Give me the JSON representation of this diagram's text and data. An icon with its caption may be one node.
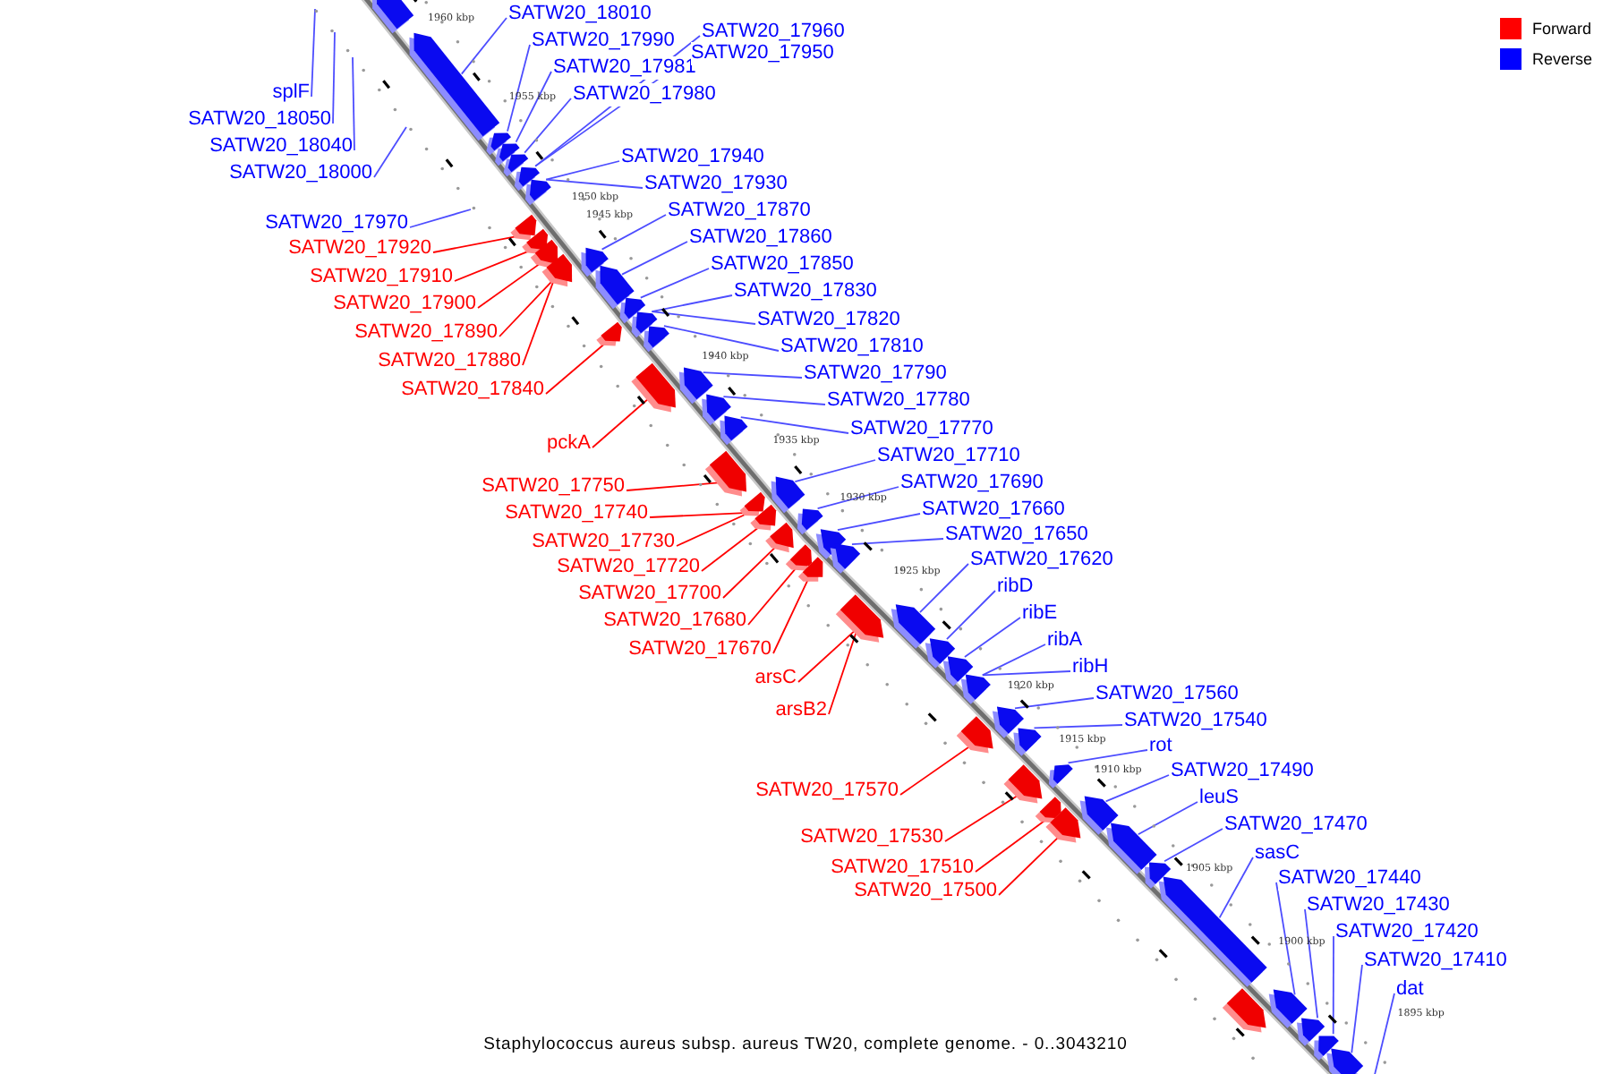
{
  "diagram": {
    "caption": "Staphylococcus aureus subsp. aureus TW20, complete genome. - 0..3043210",
    "nodes": [
      {
        "text": [
          "SATW20_18010"
        ]
      },
      {
        "text": [
          "SATW20_17990"
        ]
      },
      {
        "text": [
          "SATW20_17981"
        ]
      },
      {
        "text": [
          "SATW20_17980"
        ]
      },
      {
        "text": [
          "SATW20_17960"
        ]
      },
      {
        "text": [
          "SATW20_17950"
        ]
      },
      {
        "text": [
          "SATW20_17940"
        ]
      },
      {
        "text": [
          "SATW20_17930"
        ]
      },
      {
        "text": [
          "SATW20_17870"
        ]
      },
      {
        "text": [
          "SATW20_17860"
        ]
      },
      {
        "text": [
          "SATW20_17850"
        ]
      },
      {
        "text": [
          "SATW20_17830"
        ]
      },
      {
        "text": [
          "SATW20_17820"
        ]
      },
      {
        "text": [
          "SATW20_17810"
        ]
      },
      {
        "text": [
          "SATW20_17790"
        ]
      },
      {
        "text": [
          "SATW20_17780"
        ]
      },
      {
        "text": [
          "SATW20_17770"
        ]
      },
      {
        "text": [
          "SATW20_17710"
        ]
      },
      {
        "text": [
          "SATW20_17690"
        ]
      },
      {
        "text": [
          "SATW20_17660"
        ]
      },
      {
        "text": [
          "SATW20_17650"
        ]
      },
      {
        "text": [
          "SATW20_17620"
        ]
      },
      {
        "text": [
          "ribD"
        ]
      },
      {
        "text": [
          "ribE"
        ]
      },
      {
        "text": [
          "ribA"
        ]
      },
      {
        "text": [
          "ribH"
        ]
      },
      {
        "text": [
          "SATW20_17560"
        ]
      },
      {
        "text": [
          "SATW20_17540"
        ]
      },
      {
        "text": [
          "rot"
        ]
      },
      {
        "text": [
          "SATW20_17490"
        ]
      },
      {
        "text": [
          "leuS"
        ]
      },
      {
        "text": [
          "SATW20_17470"
        ]
      },
      {
        "text": [
          "sasC"
        ]
      },
      {
        "text": [
          "SATW20_17440"
        ]
      },
      {
        "text": [
          "SATW20_17430"
        ]
      },
      {
        "text": [
          "SATW20_17420"
        ]
      },
      {
        "text": [
          "SATW20_17410"
        ]
      },
      {
        "text": [
          "dat"
        ]
      },
      {
        "text": [
          "splF"
        ]
      },
      {
        "text": [
          "SATW20_18050"
        ]
      },
      {
        "text": [
          "SATW20_18040"
        ]
      },
      {
        "text": [
          "SATW20_18000"
        ]
      },
      {
        "text": [
          "SATW20_17970"
        ]
      },
      {
        "text": [
          "SATW20_17920"
        ]
      },
      {
        "text": [
          "SATW20_17910"
        ]
      },
      {
        "text": [
          "SATW20_17900"
        ]
      },
      {
        "text": [
          "SATW20_17890"
        ]
      },
      {
        "text": [
          "SATW20_17880"
        ]
      },
      {
        "text": [
          "SATW20_17840"
        ]
      },
      {
        "text": [
          "pckA"
        ]
      },
      {
        "text": [
          "SATW20_17750"
        ]
      },
      {
        "text": [
          "SATW20_17740"
        ]
      },
      {
        "text": [
          "SATW20_17730"
        ]
      },
      {
        "text": [
          "SATW20_17720"
        ]
      },
      {
        "text": [
          "SATW20_17700"
        ]
      },
      {
        "text": [
          "SATW20_17680"
        ]
      },
      {
        "text": [
          "SATW20_17670"
        ]
      },
      {
        "text": [
          "arsC"
        ]
      },
      {
        "text": [
          "arsB2"
        ]
      },
      {
        "text": [
          "SATW20_17570"
        ]
      },
      {
        "text": [
          "SATW20_17530"
        ]
      },
      {
        "text": [
          "SATW20_17510"
        ]
      },
      {
        "text": [
          "SATW20_17500"
        ]
      },
      {
        "text": [],
        "shape": "arrow"
      },
      {
        "text": [],
        "shape": "arrow"
      },
      {
        "text": [],
        "shape": "arrow"
      },
      {
        "text": [],
        "shape": "arrow"
      },
      {
        "text": [],
        "shape": "arrow"
      },
      {
        "text": [],
        "shape": "arrow"
      },
      {
        "text": [],
        "shape": "arrow"
      },
      {
        "text": [],
        "shape": "arrow"
      },
      {
        "text": [],
        "shape": "arrow"
      },
      {
        "text": [],
        "shape": "arrow"
      },
      {
        "text": [],
        "shape": "arrow"
      },
      {
        "text": [],
        "shape": "arrow"
      },
      {
        "text": [],
        "shape": "arrow"
      },
      {
        "text": [],
        "shape": "arrow"
      },
      {
        "text": [],
        "shape": "arrow"
      },
      {
        "text": [],
        "shape": "arrow"
      },
      {
        "text": [],
        "shape": "arrow"
      },
      {
        "text": [],
        "shape": "arrow"
      },
      {
        "text": [],
        "shape": "arrow"
      },
      {
        "text": [],
        "shape": "arrow"
      },
      {
        "text": [],
        "shape": "arrow"
      },
      {
        "text": [],
        "shape": "arrow"
      },
      {
        "text": [],
        "shape": "arrow"
      },
      {
        "text": [],
        "shape": "arrow"
      },
      {
        "text": [],
        "shape": "arrow"
      },
      {
        "text": [],
        "shape": "arrow"
      },
      {
        "text": [],
        "shape": "arrow"
      },
      {
        "text": [],
        "shape": "arrow"
      },
      {
        "text": [],
        "shape": "arrow"
      },
      {
        "text": [],
        "shape": "arrow"
      },
      {
        "text": [],
        "shape": "arrow"
      },
      {
        "text": [],
        "shape": "arrow"
      },
      {
        "text": [],
        "shape": "arrow"
      },
      {
        "text": [],
        "shape": "arrow"
      },
      {
        "text": [],
        "shape": "arrow"
      },
      {
        "text": [],
        "shape": "arrow"
      },
      {
        "text": [],
        "shape": "arrow"
      },
      {
        "text": [],
        "shape": "arrow"
      },
      {
        "text": [],
        "shape": "arrow"
      },
      {
        "text": [],
        "shape": "arrow"
      },
      {
        "text": [],
        "shape": "arrow"
      },
      {
        "text": [],
        "shape": "arrow"
      },
      {
        "text": [],
        "shape": "arrow"
      },
      {
        "text": [],
        "shape": "arrow"
      },
      {
        "text": [],
        "shape": "arrow"
      },
      {
        "text": [],
        "shape": "arrow"
      },
      {
        "text": [],
        "shape": "arrow"
      },
      {
        "text": [],
        "shape": "arrow"
      },
      {
        "text": [],
        "shape": "arrow"
      },
      {
        "text": [],
        "shape": "arrow"
      },
      {
        "text": [],
        "shape": "arrow"
      },
      {
        "text": [],
        "shape": "arrow"
      },
      {
        "text": [],
        "shape": "arrow"
      }
    ],
    "edges": [
      {
        "from": 0,
        "to": 64,
        "arrow": "none"
      },
      {
        "from": 1,
        "to": 65,
        "arrow": "none"
      },
      {
        "from": 2,
        "to": 66,
        "arrow": "none"
      },
      {
        "from": 3,
        "to": 67,
        "arrow": "none"
      },
      {
        "from": 4,
        "to": 68,
        "arrow": "none"
      },
      {
        "from": 5,
        "to": 68,
        "arrow": "none"
      },
      {
        "from": 6,
        "to": 69,
        "arrow": "none"
      },
      {
        "from": 7,
        "to": 69,
        "arrow": "none"
      },
      {
        "from": 8,
        "to": 72,
        "arrow": "none"
      },
      {
        "from": 9,
        "to": 75,
        "arrow": "none"
      },
      {
        "from": 10,
        "to": 76,
        "arrow": "none"
      },
      {
        "from": 11,
        "to": 77,
        "arrow": "none"
      },
      {
        "from": 12,
        "to": 77,
        "arrow": "none"
      },
      {
        "from": 13,
        "to": 78,
        "arrow": "none"
      },
      {
        "from": 14,
        "to": 80,
        "arrow": "none"
      },
      {
        "from": 15,
        "to": 82,
        "arrow": "none"
      },
      {
        "from": 16,
        "to": 83,
        "arrow": "none"
      },
      {
        "from": 17,
        "to": 85,
        "arrow": "none"
      },
      {
        "from": 18,
        "to": 87,
        "arrow": "none"
      },
      {
        "from": 19,
        "to": 89,
        "arrow": "none"
      },
      {
        "from": 20,
        "to": 91,
        "arrow": "none"
      },
      {
        "from": 21,
        "to": 95,
        "arrow": "none"
      },
      {
        "from": 22,
        "to": 96,
        "arrow": "none"
      },
      {
        "from": 23,
        "to": 97,
        "arrow": "none"
      },
      {
        "from": 24,
        "to": 98,
        "arrow": "none"
      },
      {
        "from": 25,
        "to": 98,
        "arrow": "none"
      },
      {
        "from": 26,
        "to": 99,
        "arrow": "none"
      },
      {
        "from": 27,
        "to": 101,
        "arrow": "none"
      },
      {
        "from": 28,
        "to": 102,
        "arrow": "none"
      },
      {
        "from": 29,
        "to": 104,
        "arrow": "none"
      },
      {
        "from": 30,
        "to": 107,
        "arrow": "none"
      },
      {
        "from": 31,
        "to": 108,
        "arrow": "none"
      },
      {
        "from": 32,
        "to": 109,
        "arrow": "none"
      },
      {
        "from": 33,
        "to": 110,
        "arrow": "none"
      },
      {
        "from": 34,
        "to": 112,
        "arrow": "none"
      },
      {
        "from": 35,
        "to": 113,
        "arrow": "none"
      },
      {
        "from": 36,
        "to": 114,
        "arrow": "none"
      },
      {
        "from": 37,
        "to": 115,
        "arrow": "none"
      },
      {
        "from": 38,
        "to": null,
        "arrow": "none"
      },
      {
        "from": 39,
        "to": null,
        "arrow": "none"
      },
      {
        "from": 40,
        "to": null,
        "arrow": "none"
      },
      {
        "from": 41,
        "to": null,
        "arrow": "none"
      },
      {
        "from": 42,
        "to": null,
        "arrow": "none"
      },
      {
        "from": 43,
        "to": 70,
        "arrow": "none",
        "color": "#ff0000"
      },
      {
        "from": 44,
        "to": 71,
        "arrow": "none",
        "color": "#ff0000"
      },
      {
        "from": 45,
        "to": 73,
        "arrow": "none",
        "color": "#ff0000"
      },
      {
        "from": 46,
        "to": 74,
        "arrow": "none",
        "color": "#ff0000"
      },
      {
        "from": 47,
        "to": 74,
        "arrow": "none",
        "color": "#ff0000"
      },
      {
        "from": 48,
        "to": 79,
        "arrow": "none",
        "color": "#ff0000"
      },
      {
        "from": 49,
        "to": 81,
        "arrow": "none",
        "color": "#ff0000"
      },
      {
        "from": 50,
        "to": 84,
        "arrow": "none",
        "color": "#ff0000"
      },
      {
        "from": 51,
        "to": 86,
        "arrow": "none",
        "color": "#ff0000"
      },
      {
        "from": 52,
        "to": 86,
        "arrow": "none",
        "color": "#ff0000"
      },
      {
        "from": 53,
        "to": 88,
        "arrow": "none",
        "color": "#ff0000"
      },
      {
        "from": 54,
        "to": 90,
        "arrow": "none",
        "color": "#ff0000"
      },
      {
        "from": 55,
        "to": 92,
        "arrow": "none",
        "color": "#ff0000"
      },
      {
        "from": 56,
        "to": 93,
        "arrow": "none",
        "color": "#ff0000"
      },
      {
        "from": 57,
        "to": 94,
        "arrow": "none",
        "color": "#ff0000"
      },
      {
        "from": 58,
        "to": 94,
        "arrow": "none",
        "color": "#ff0000"
      },
      {
        "from": 59,
        "to": 100,
        "arrow": "none",
        "color": "#ff0000"
      },
      {
        "from": 60,
        "to": 103,
        "arrow": "none",
        "color": "#ff0000"
      },
      {
        "from": 61,
        "to": 105,
        "arrow": "none",
        "color": "#ff0000"
      },
      {
        "from": 62,
        "to": 106,
        "arrow": "none",
        "color": "#ff0000"
      }
    ],
    "labels": [
      "1960 kbp",
      "1955 kbp",
      "1950 kbp",
      "1945 kbp",
      "1940 kbp",
      "1935 kbp",
      "1930 kbp",
      "1925 kbp",
      "1920 kbp",
      "1915 kbp",
      "1910 kbp",
      "1905 kbp",
      "1900 kbp",
      "1895 kbp"
    ],
    "legend": [
      {
        "text": "Forward",
        "color": "#ff0000"
      },
      {
        "text": "Reverse",
        "color": "#0000ff"
      }
    ]
  }
}
